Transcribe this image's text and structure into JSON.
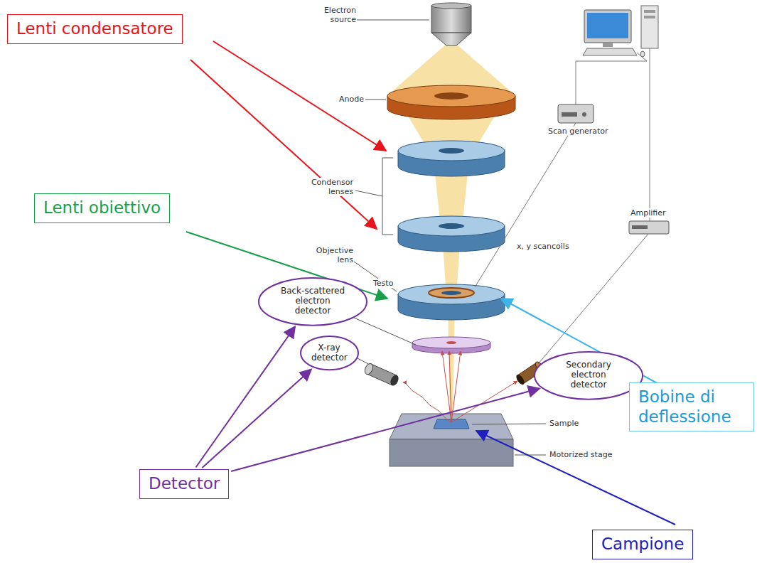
{
  "diagram": {
    "nodes": [
      {
        "text": [
          "Lenti condensatore"
        ]
      },
      {
        "text": [
          "Lenti obiettivo"
        ]
      },
      {
        "text": [
          "Back-scattered electron detector"
        ]
      },
      {
        "text": [
          "X-ray detector"
        ]
      },
      {
        "text": [
          "Secondary electron detector"
        ]
      },
      {
        "text": [
          "Bobine di deflessione"
        ]
      },
      {
        "text": [
          "Detector"
        ]
      },
      {
        "text": [
          "Campione"
        ]
      }
    ],
    "edges": [
      {
        "from": 6,
        "to": 2,
        "arrow": "to"
      },
      {
        "from": 6,
        "to": 3,
        "arrow": "to"
      },
      {
        "from": 6,
        "to": 4,
        "arrow": "to"
      }
    ],
    "labels": [
      "Electron source",
      "Anode",
      "Scan generator",
      "Condensor lenses",
      "Amplifier",
      "Objective lens",
      "x, y scancoils",
      "Testo",
      "Sample",
      "Motorized stage"
    ]
  }
}
